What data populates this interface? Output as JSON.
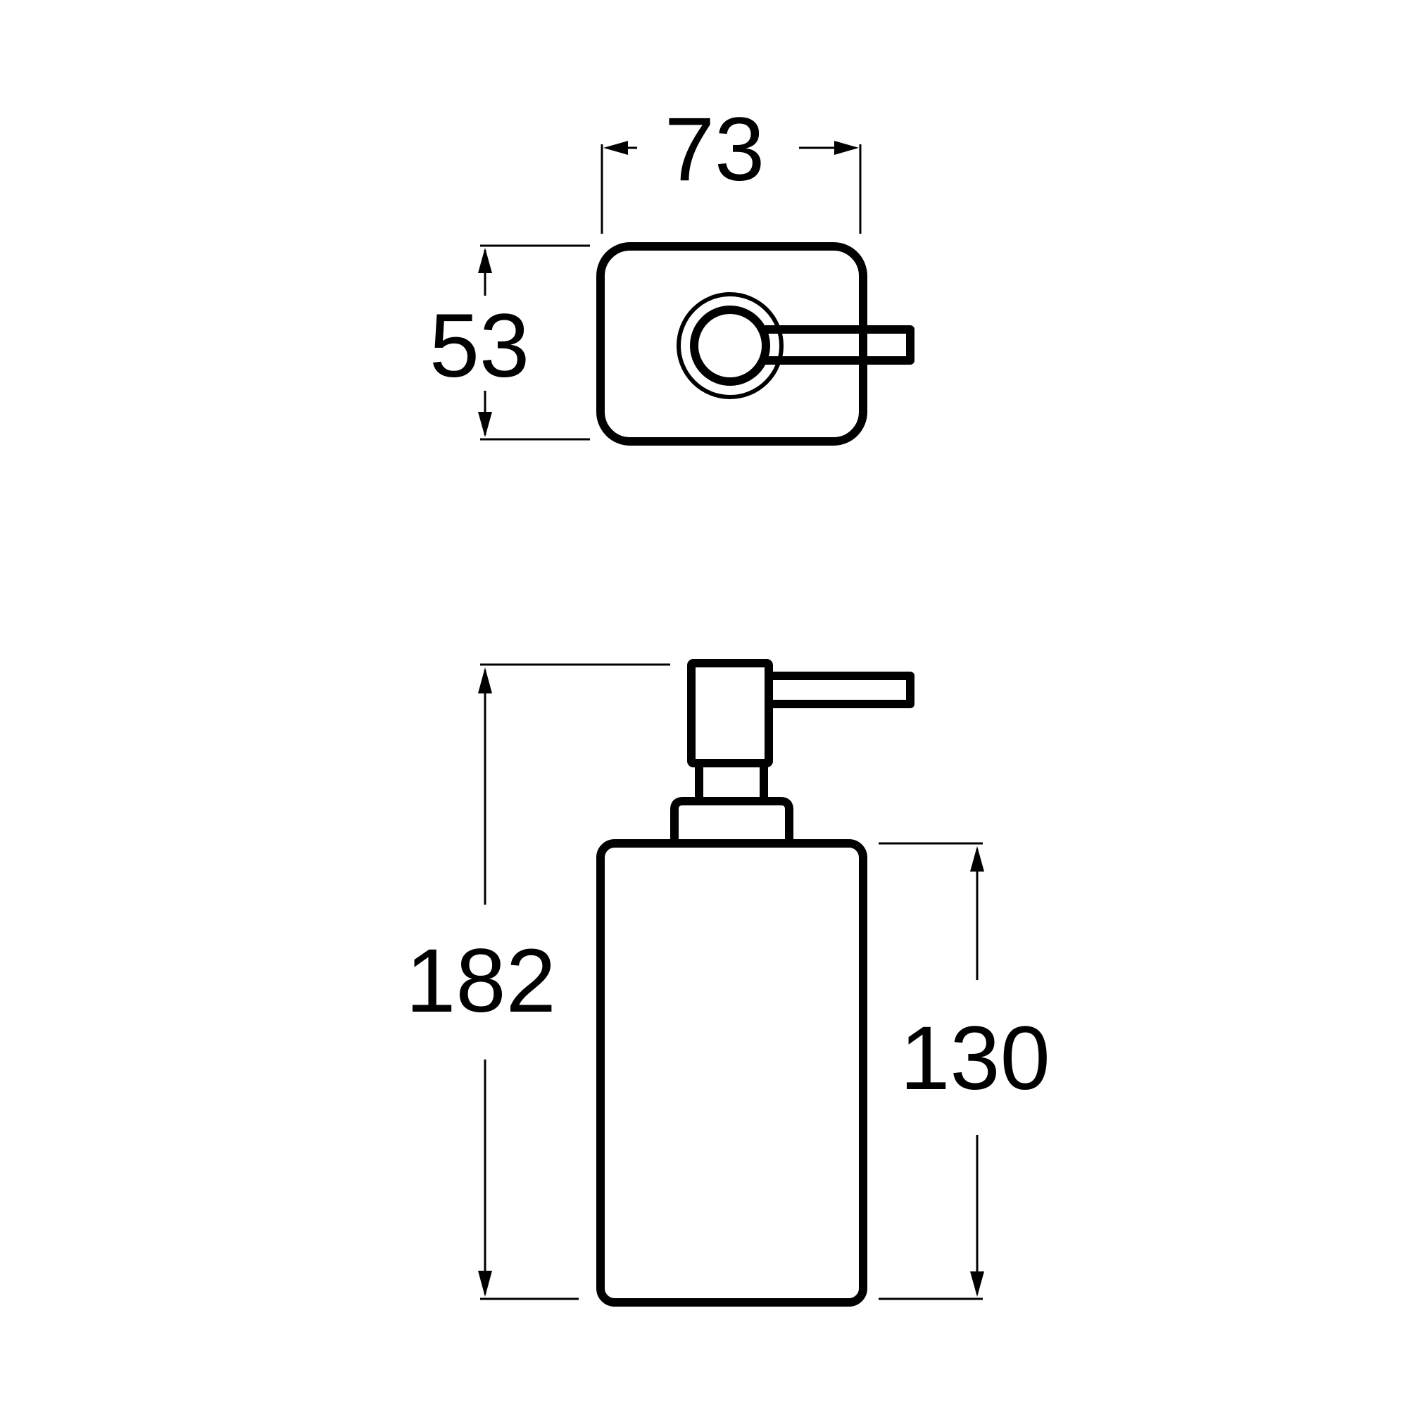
{
  "dimensions": {
    "top_width": "73",
    "top_depth": "53",
    "total_height": "182",
    "body_height": "130"
  },
  "colors": {
    "line": "#000000",
    "background": "#ffffff"
  }
}
